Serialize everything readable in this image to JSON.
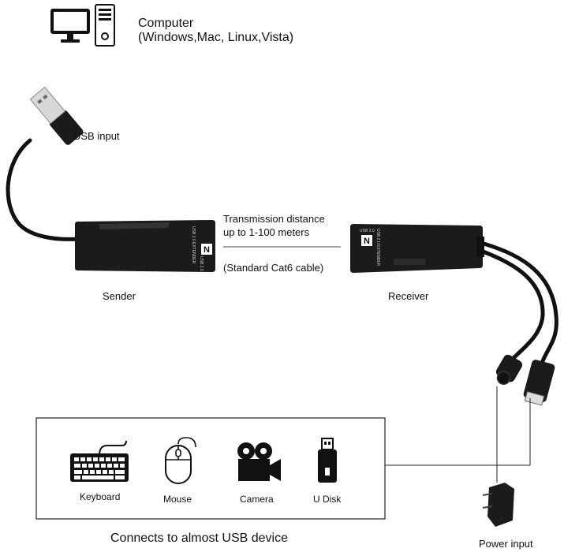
{
  "computer": {
    "line1": "Computer",
    "line2": "(Windows,Mac, Linux,Vista)",
    "monitor_icon": "monitor-icon",
    "tower_icon": "pc-tower-icon"
  },
  "usb_input_label": "USB input",
  "transmission": {
    "line1": "Transmission distance",
    "line2": "up to 1-100 meters",
    "cable": "(Standard Cat6 cable)"
  },
  "sender_label": "Sender",
  "receiver_label": "Receiver",
  "device_text": {
    "logo": "N",
    "usb": "USB 2.0",
    "extender": "USB 2.0 EXTENDER"
  },
  "devices": [
    {
      "label": "Keyboard",
      "icon": "keyboard-icon"
    },
    {
      "label": "Mouse",
      "icon": "mouse-icon"
    },
    {
      "label": "Camera",
      "icon": "camera-icon"
    },
    {
      "label": "U Disk",
      "icon": "usb-drive-icon"
    }
  ],
  "devices_caption": "Connects to almost USB device",
  "power_label": "Power input",
  "colors": {
    "device_body": "#1b1b1b",
    "cable": "#111111",
    "icon": "#111111",
    "line": "#222222"
  }
}
